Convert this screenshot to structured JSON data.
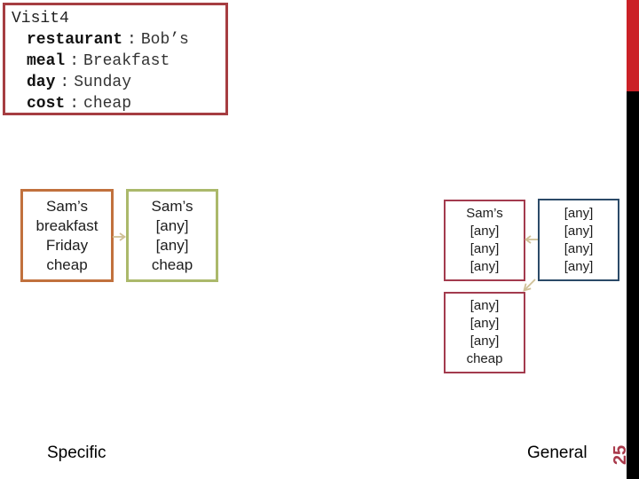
{
  "slide": {
    "page_number": "25",
    "page_number_color": "#a93a4b",
    "edge_bar": {
      "red": "#cb2127",
      "black": "#000000"
    },
    "background": "#ffffff",
    "arrow_color": "#cfc096"
  },
  "labels": {
    "specific": "Specific",
    "general": "General"
  },
  "visit_card": {
    "title": "Visit4",
    "separator": ":",
    "border_color": "#a63d41",
    "attributes": [
      {
        "name": "restaurant",
        "value": "Bob’s"
      },
      {
        "name": "meal",
        "value": "Breakfast"
      },
      {
        "name": "day",
        "value": "Sunday"
      },
      {
        "name": "cost",
        "value": "cheap"
      }
    ]
  },
  "specific_boundary": {
    "boxes": [
      {
        "border_color": "#c1713d",
        "lines": [
          "Sam’s",
          "breakfast",
          "Friday",
          "cheap"
        ]
      },
      {
        "border_color": "#abb96b",
        "lines": [
          "Sam’s",
          "[any]",
          "[any]",
          "cheap"
        ]
      }
    ]
  },
  "general_boundary": {
    "boxes": [
      {
        "border_color": "#a33b4e",
        "lines": [
          "Sam’s",
          "[any]",
          "[any]",
          "[any]"
        ]
      },
      {
        "border_color": "#2b4a68",
        "lines": [
          "[any]",
          "[any]",
          "[any]",
          "[any]"
        ]
      },
      {
        "border_color": "#a33b4e",
        "lines": [
          "[any]",
          "[any]",
          "[any]",
          "cheap"
        ]
      }
    ]
  }
}
